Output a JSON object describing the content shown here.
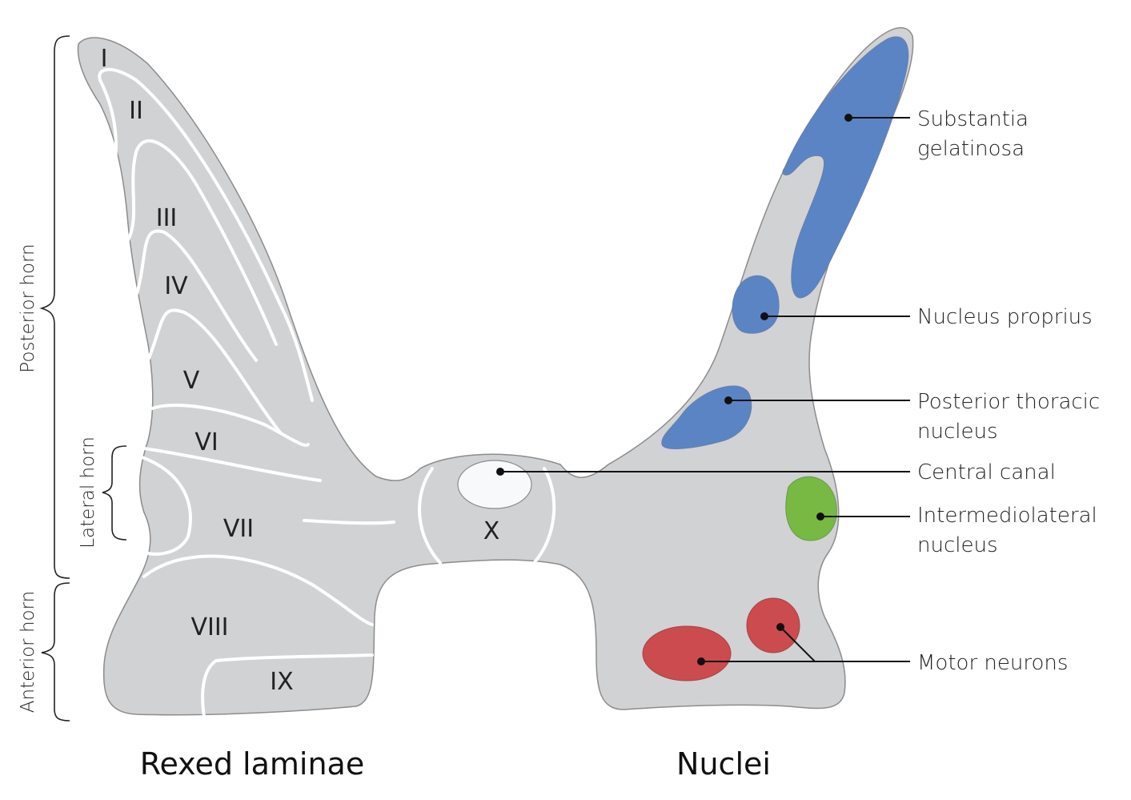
{
  "titles": {
    "left": "Rexed laminae",
    "right": "Nuclei"
  },
  "side_labels": {
    "posterior_horn": "Posterior horn",
    "lateral_horn": "Lateral horn",
    "anterior_horn": "Anterior horn"
  },
  "laminae": [
    "I",
    "II",
    "III",
    "IV",
    "V",
    "VI",
    "VII",
    "VIII",
    "IX",
    "X"
  ],
  "nuclei": {
    "substantia_gelatinosa": [
      "Substantia",
      "gelatinosa"
    ],
    "nucleus_proprius": [
      "Nucleus proprius"
    ],
    "posterior_thoracic_nucleus": [
      "Posterior thoracic",
      "nucleus"
    ],
    "central_canal": [
      "Central canal"
    ],
    "intermediolateral_nucleus": [
      "Intermediolateral",
      "nucleus"
    ],
    "motor_neurons": [
      "Motor neurons"
    ]
  },
  "colors": {
    "grey_matter": "#d1d2d4",
    "outline": "#8c8c8c",
    "substantia_gelatinosa": "#5b84c4",
    "nucleus_proprius": "#5b84c4",
    "posterior_thoracic": "#5b84c4",
    "intermediolateral": "#77b943",
    "motor_neurons": "#cc4b4e",
    "central_canal": "#f8f9fb"
  }
}
